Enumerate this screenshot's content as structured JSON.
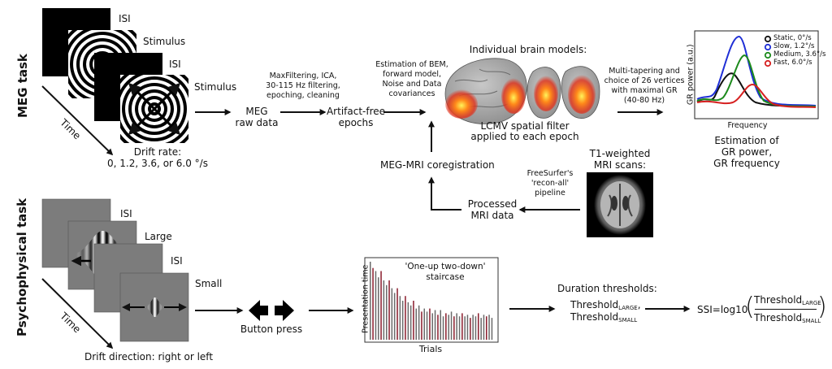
{
  "meg": {
    "side_label": "MEG task",
    "isi1": "ISI",
    "stimulus1": "Stimulus",
    "isi2": "ISI",
    "stimulus2": "Stimulus",
    "time": "Time",
    "drift_rate_line1": "Drift rate:",
    "drift_rate_line2": "0, 1.2, 3.6, or 6.0 °/s",
    "preproc_lines": [
      "MaxFiltering, ICA,",
      "30-115 Hz filtering,",
      "epoching, cleaning"
    ],
    "raw_lines": [
      "MEG",
      "raw data"
    ],
    "epochs_lines": [
      "Artifact-free",
      "epochs"
    ],
    "bem_lines": [
      "Estimation of BEM,",
      "forward model,",
      "Noise and Data",
      "covariances"
    ],
    "brain_models": "Individual brain models:",
    "lcmv_lines": [
      "LCMV spatial filter",
      "applied to each epoch"
    ],
    "multitaper_lines": [
      "Multi-tapering and",
      "choice of 26 vertices",
      "with maximal GR",
      "(40-80 Hz)"
    ],
    "estimation_lines": [
      "Estimation of",
      "GR power,",
      "GR frequency"
    ],
    "coreg": "MEG-MRI coregistration",
    "t1_lines": [
      "T1-weighted",
      "MRI scans:"
    ],
    "freesurfer_lines": [
      "FreeSurfer's",
      "'recon-all'",
      "pipeline"
    ],
    "processed_lines": [
      "Processed",
      "MRI data"
    ]
  },
  "spectrum": {
    "ylabel": "GR power (a.u.)",
    "xlabel": "Frequency",
    "legend": [
      {
        "label": "Static, 0°/s",
        "color": "#111111"
      },
      {
        "label": "Slow, 1.2°/s",
        "color": "#1f2fd6"
      },
      {
        "label": "Medium, 3.6°/s",
        "color": "#1c8a1c"
      },
      {
        "label": "Fast, 6.0°/s",
        "color": "#d62020"
      }
    ]
  },
  "psych": {
    "side_label": "Psychophysical task",
    "isi1": "ISI",
    "large": "Large",
    "isi2": "ISI",
    "small": "Small",
    "time": "Time",
    "drift_direction": "Drift direction: right or left",
    "button_press": "Button press",
    "staircase_lines": [
      "'One-up two-down'",
      "staircase"
    ],
    "pres_time": "Presentation time",
    "trials": "Trials",
    "duration_thresholds": "Duration thresholds:",
    "threshold_word": "Threshold",
    "large_sub": "LARGE",
    "small_sub": "SMALL",
    "ssi_prefix": "SSI=log10"
  },
  "staircase_data": {
    "type": "bar",
    "values": [
      100,
      92,
      88,
      80,
      88,
      76,
      70,
      76,
      66,
      60,
      66,
      56,
      50,
      56,
      48,
      44,
      50,
      40,
      44,
      36,
      40,
      36,
      40,
      34,
      38,
      32,
      38,
      30,
      34,
      32,
      36,
      30,
      34,
      30,
      34,
      30,
      32,
      28,
      32,
      30,
      34,
      28,
      32,
      30,
      32,
      28
    ]
  }
}
